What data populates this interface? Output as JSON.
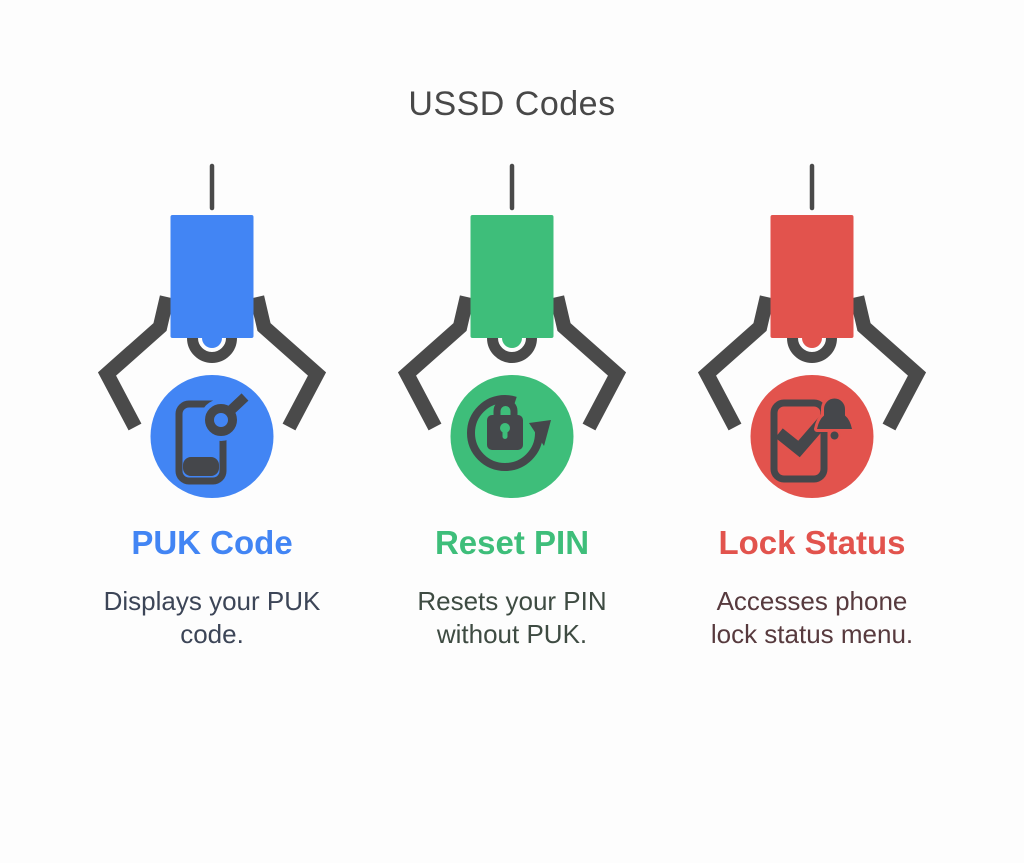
{
  "background": "#FDFDFD",
  "title": {
    "text": "USSD Codes",
    "color": "#484848"
  },
  "claw": {
    "color": "#4A4A4A"
  },
  "icon_color": "#45474B",
  "cards": [
    {
      "heading": "PUK Code",
      "description": "Displays your PUK\ncode.",
      "color": "#4285F4",
      "desc_color": "#3C4557",
      "icon": "phone-key-icon"
    },
    {
      "heading": "Reset PIN",
      "description": "Resets your PIN\nwithout PUK.",
      "color": "#3EBE7A",
      "desc_color": "#3E4B42",
      "icon": "lock-reset-icon"
    },
    {
      "heading": "Lock Status",
      "description": "Accesses phone\nlock status menu.",
      "color": "#E2534D",
      "desc_color": "#573A3E",
      "icon": "phone-check-bell-icon"
    }
  ]
}
